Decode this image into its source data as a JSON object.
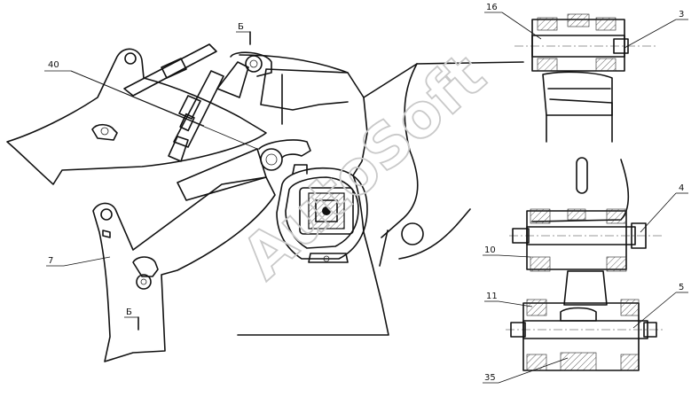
{
  "watermark": "AutoSoft",
  "section_marks": {
    "top": "Б",
    "bottom": "Б"
  },
  "callouts": [
    {
      "id": "c40",
      "text": "40"
    },
    {
      "id": "c7",
      "text": "7"
    },
    {
      "id": "c16",
      "text": "16"
    },
    {
      "id": "c3",
      "text": "3"
    },
    {
      "id": "c4",
      "text": "4"
    },
    {
      "id": "c10",
      "text": "10"
    },
    {
      "id": "c11",
      "text": "11"
    },
    {
      "id": "c5",
      "text": "5"
    },
    {
      "id": "c35",
      "text": "35"
    }
  ]
}
